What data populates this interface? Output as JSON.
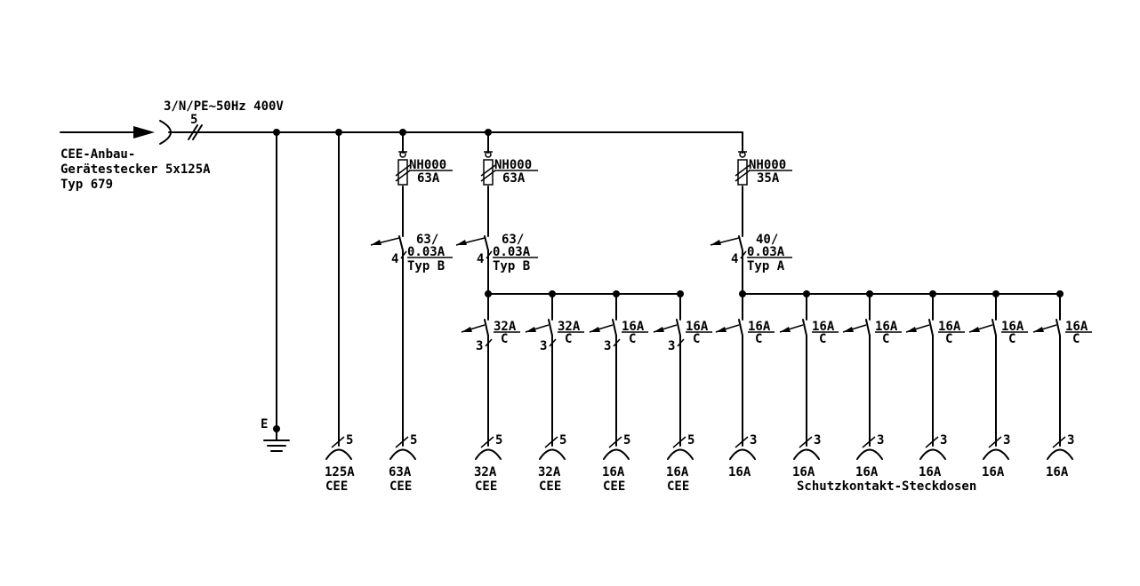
{
  "supply": {
    "label": "3/N/PE~50Hz 400V",
    "wire_count": "5",
    "plug_line1": "CEE-Anbau-",
    "plug_line2": "Gerätestecker 5x125A",
    "plug_line3": "Typ 679"
  },
  "earth": {
    "label": "E"
  },
  "fuses": [
    {
      "type": "NH000",
      "rating": "63A"
    },
    {
      "type": "NH000",
      "rating": "63A"
    },
    {
      "type": "NH000",
      "rating": "35A"
    }
  ],
  "rcds": [
    {
      "rating": "63/",
      "trip": "0.03A",
      "type": "Typ B",
      "poles": "4"
    },
    {
      "rating": "63/",
      "trip": "0.03A",
      "type": "Typ B",
      "poles": "4"
    },
    {
      "rating": "40/",
      "trip": "0.03A",
      "type": "Typ A",
      "poles": "4"
    }
  ],
  "breakers": [
    {
      "rating": "32A",
      "curve": "C",
      "poles": "3"
    },
    {
      "rating": "32A",
      "curve": "C",
      "poles": "3"
    },
    {
      "rating": "16A",
      "curve": "C",
      "poles": "3"
    },
    {
      "rating": "16A",
      "curve": "C",
      "poles": "3"
    },
    {
      "rating": "16A",
      "curve": "C",
      "poles": ""
    },
    {
      "rating": "16A",
      "curve": "C",
      "poles": ""
    },
    {
      "rating": "16A",
      "curve": "C",
      "poles": ""
    },
    {
      "rating": "16A",
      "curve": "C",
      "poles": ""
    },
    {
      "rating": "16A",
      "curve": "C",
      "poles": ""
    },
    {
      "rating": "16A",
      "curve": "C",
      "poles": ""
    }
  ],
  "sockets": [
    {
      "wires": "5",
      "rating": "125A",
      "kind": "CEE"
    },
    {
      "wires": "5",
      "rating": "63A",
      "kind": "CEE"
    },
    {
      "wires": "5",
      "rating": "32A",
      "kind": "CEE"
    },
    {
      "wires": "5",
      "rating": "32A",
      "kind": "CEE"
    },
    {
      "wires": "5",
      "rating": "16A",
      "kind": "CEE"
    },
    {
      "wires": "5",
      "rating": "16A",
      "kind": "CEE"
    },
    {
      "wires": "3",
      "rating": "16A",
      "kind": ""
    },
    {
      "wires": "3",
      "rating": "16A",
      "kind": ""
    },
    {
      "wires": "3",
      "rating": "16A",
      "kind": ""
    },
    {
      "wires": "3",
      "rating": "16A",
      "kind": ""
    },
    {
      "wires": "3",
      "rating": "16A",
      "kind": ""
    },
    {
      "wires": "3",
      "rating": "16A",
      "kind": ""
    }
  ],
  "schuko_label": "Schutzkontakt-Steckdosen"
}
